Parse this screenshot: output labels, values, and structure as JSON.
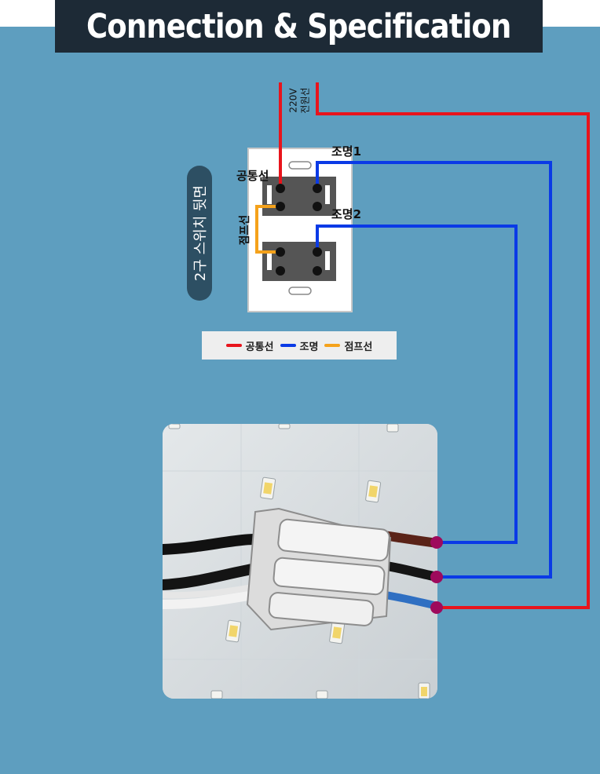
{
  "header": {
    "title": "Connection & Specification"
  },
  "switch": {
    "vertical_label": "2구 스위치 뒷면",
    "power_label_line1": "220V",
    "power_label_line2": "전원선",
    "common_label": "공통선",
    "jumper_label": "점프선",
    "light1_label": "조명1",
    "light2_label": "조명2"
  },
  "legend": {
    "items": [
      {
        "label": "공통선",
        "color": "#e8141c"
      },
      {
        "label": "조명",
        "color": "#0a3ae6"
      },
      {
        "label": "점프선",
        "color": "#f5a21b"
      }
    ]
  },
  "colors": {
    "background": "#5e9ebf",
    "common_wire": "#e8141c",
    "light_wire": "#0a3ae6",
    "jumper_wire": "#f5a21b",
    "connection_dot": "#9e0a5c"
  }
}
